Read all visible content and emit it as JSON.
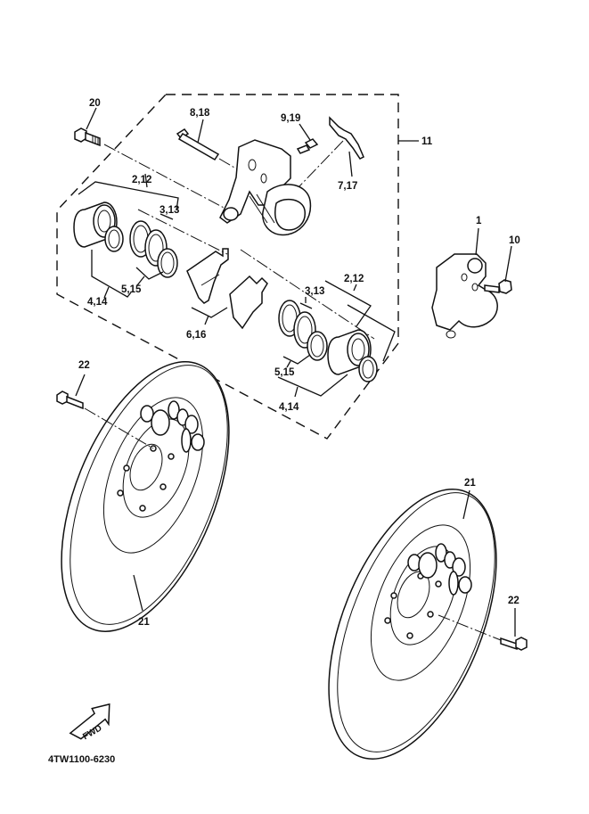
{
  "diagram": {
    "title": "Front brake caliper exploded view",
    "part_code": "4TW1100-6230",
    "fwd_label": "FWD",
    "callouts": [
      {
        "id": "c20",
        "text": "20"
      },
      {
        "id": "c8_18",
        "text": "8,18"
      },
      {
        "id": "c9_19",
        "text": "9,19"
      },
      {
        "id": "c7_17",
        "text": "7,17"
      },
      {
        "id": "c11",
        "text": "11"
      },
      {
        "id": "c2_12_left",
        "text": "2,12"
      },
      {
        "id": "c3_13_left",
        "text": "3,13"
      },
      {
        "id": "c5_15_left",
        "text": "5,15"
      },
      {
        "id": "c4_14_left",
        "text": "4,14"
      },
      {
        "id": "c6_16",
        "text": "6,16"
      },
      {
        "id": "c3_13_right",
        "text": "3,13"
      },
      {
        "id": "c2_12_right",
        "text": "2,12"
      },
      {
        "id": "c5_15_right",
        "text": "5,15"
      },
      {
        "id": "c4_14_right",
        "text": "4,14"
      },
      {
        "id": "c1",
        "text": "1"
      },
      {
        "id": "c10",
        "text": "10"
      },
      {
        "id": "c22_left",
        "text": "22"
      },
      {
        "id": "c21_left",
        "text": "21"
      },
      {
        "id": "c21_right",
        "text": "21"
      },
      {
        "id": "c22_right",
        "text": "22"
      }
    ]
  }
}
